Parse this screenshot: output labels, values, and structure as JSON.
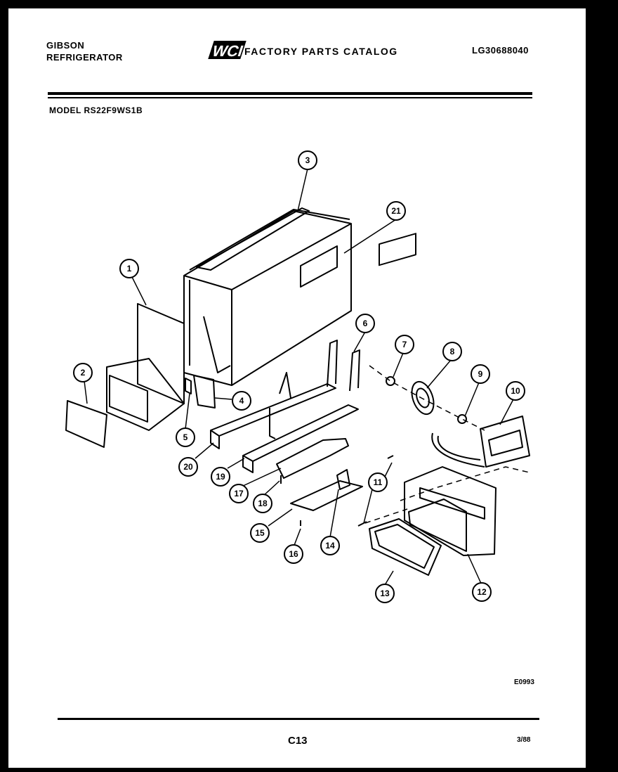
{
  "header": {
    "brand_line1": "GIBSON",
    "brand_line2": "REFRIGERATOR",
    "logo_text": "WCI",
    "catalog_title": "FACTORY PARTS CATALOG",
    "catalog_number": "LG30688040",
    "model_line": "MODEL RS22F9WS1B"
  },
  "callouts": [
    "1",
    "2",
    "3",
    "4",
    "5",
    "6",
    "7",
    "8",
    "9",
    "10",
    "11",
    "12",
    "13",
    "14",
    "15",
    "16",
    "17",
    "18",
    "19",
    "20",
    "21"
  ],
  "footer": {
    "drawing_code": "E0993",
    "page_number": "C13",
    "revision": "3/88"
  }
}
